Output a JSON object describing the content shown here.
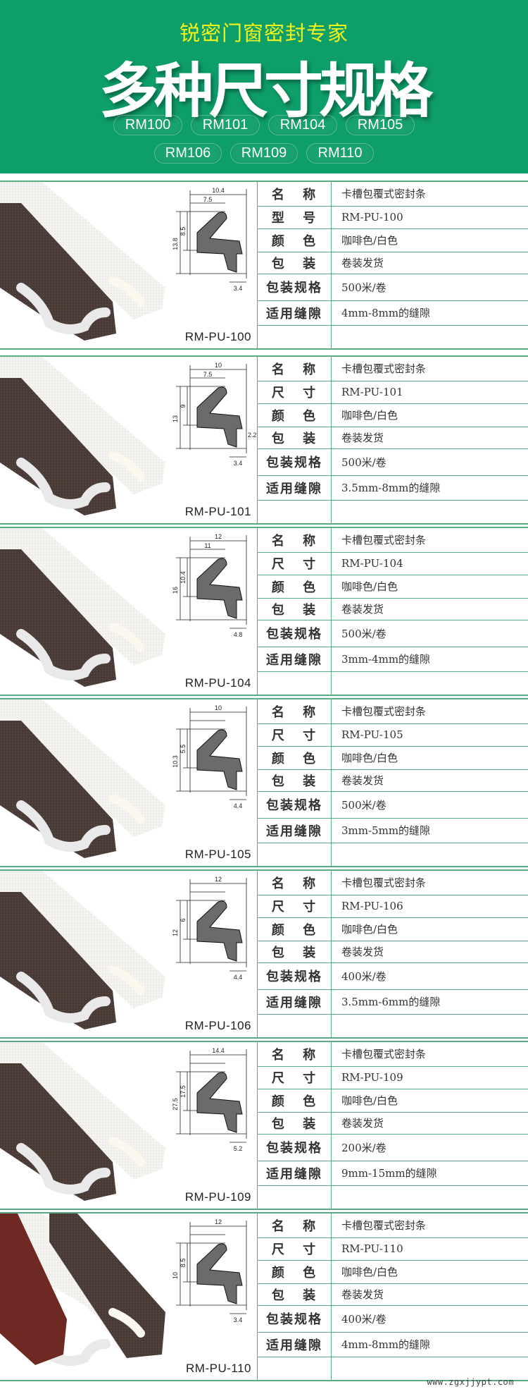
{
  "header": {
    "subtitle": "锐密门窗密封专家",
    "title": "多种尺寸规格",
    "models_row1": [
      "RM100",
      "RM101",
      "RM104",
      "RM105"
    ],
    "models_row2": [
      "RM106",
      "RM109",
      "RM110"
    ],
    "bg_color": "#0e9f69",
    "subtitle_color": "#f0f21c"
  },
  "products": [
    {
      "caption": "RM-PU-100",
      "dims": {
        "w": "10.4",
        "w2": "7.5",
        "h": "13.8",
        "h2": "8.5",
        "base": "3.4"
      },
      "specs": [
        {
          "label": "名 称",
          "value": "卡槽包覆式密封条"
        },
        {
          "label": "型 号",
          "value": "RM-PU-100"
        },
        {
          "label": "颜 色",
          "value": "咖啡色/白色"
        },
        {
          "label": "包 装",
          "value": "卷装发货"
        },
        {
          "label": "包装规格",
          "value": "500米/卷"
        },
        {
          "label": "适用缝隙",
          "value": "4mm-8mm的缝隙"
        },
        {
          "label": "",
          "value": ""
        }
      ]
    },
    {
      "caption": "RM-PU-101",
      "dims": {
        "w": "10",
        "w2": "7.5",
        "h": "13",
        "h2": "9",
        "base": "3.4",
        "extra": "2.2"
      },
      "specs": [
        {
          "label": "名 称",
          "value": "卡槽包覆式密封条"
        },
        {
          "label": "尺 寸",
          "value": "RM-PU-101"
        },
        {
          "label": "颜 色",
          "value": "咖啡色/白色"
        },
        {
          "label": "包 装",
          "value": "卷装发货"
        },
        {
          "label": "包装规格",
          "value": "500米/卷"
        },
        {
          "label": "适用缝隙",
          "value": "3.5mm-8mm的缝隙"
        },
        {
          "label": "",
          "value": ""
        }
      ]
    },
    {
      "caption": "RM-PU-104",
      "dims": {
        "w": "12",
        "w2": "11",
        "h": "16",
        "h2": "10.4",
        "base": "4.8"
      },
      "specs": [
        {
          "label": "名 称",
          "value": "卡槽包覆式密封条"
        },
        {
          "label": "尺 寸",
          "value": "RM-PU-104"
        },
        {
          "label": "颜 色",
          "value": "咖啡色/白色"
        },
        {
          "label": "包 装",
          "value": "卷装发货"
        },
        {
          "label": "包装规格",
          "value": "500米/卷"
        },
        {
          "label": "适用缝隙",
          "value": "3mm-4mm的缝隙"
        },
        {
          "label": "",
          "value": ""
        }
      ]
    },
    {
      "caption": "RM-PU-105",
      "dims": {
        "w": "10",
        "h": "10.3",
        "h2": "5.5",
        "base": "4.4"
      },
      "specs": [
        {
          "label": "名 称",
          "value": "卡槽包覆式密封条"
        },
        {
          "label": "尺 寸",
          "value": "RM-PU-105"
        },
        {
          "label": "颜 色",
          "value": "咖啡色/白色"
        },
        {
          "label": "包 装",
          "value": "卷装发货"
        },
        {
          "label": "包装规格",
          "value": "500米/卷"
        },
        {
          "label": "适用缝隙",
          "value": "3mm-5mm的缝隙"
        },
        {
          "label": "",
          "value": ""
        }
      ]
    },
    {
      "caption": "RM-PU-106",
      "dims": {
        "w": "12",
        "h": "12",
        "h2": "6",
        "base": "4.4"
      },
      "specs": [
        {
          "label": "名 称",
          "value": "卡槽包覆式密封条"
        },
        {
          "label": "尺 寸",
          "value": "RM-PU-106"
        },
        {
          "label": "颜 色",
          "value": "咖啡色/白色"
        },
        {
          "label": "包 装",
          "value": "卷装发货"
        },
        {
          "label": "包装规格",
          "value": "400米/卷"
        },
        {
          "label": "适用缝隙",
          "value": "3.5mm-6mm的缝隙"
        },
        {
          "label": "",
          "value": ""
        }
      ]
    },
    {
      "caption": "RM-PU-109",
      "dims": {
        "w": "14.4",
        "h": "27.5",
        "h2": "17.5",
        "base": "5.2"
      },
      "specs": [
        {
          "label": "名 称",
          "value": "卡槽包覆式密封条"
        },
        {
          "label": "尺 寸",
          "value": "RM-PU-109"
        },
        {
          "label": "颜 色",
          "value": "咖啡色/白色"
        },
        {
          "label": "包 装",
          "value": "卷装发货"
        },
        {
          "label": "包装规格",
          "value": "200米/卷"
        },
        {
          "label": "适用缝隙",
          "value": "9mm-15mm的缝隙"
        },
        {
          "label": "",
          "value": ""
        }
      ]
    },
    {
      "caption": "RM-PU-110",
      "dims": {
        "w": "12",
        "h": "10",
        "h2": "8.5",
        "base": "3.4"
      },
      "specs": [
        {
          "label": "名 称",
          "value": "卡槽包覆式密封条"
        },
        {
          "label": "尺 寸",
          "value": "RM-PU-110"
        },
        {
          "label": "颜 色",
          "value": "咖啡色/白色"
        },
        {
          "label": "包 装",
          "value": "卷装发货"
        },
        {
          "label": "包装规格",
          "value": "400米/卷"
        },
        {
          "label": "适用缝隙",
          "value": "4mm-8mm的缝隙"
        },
        {
          "label": "",
          "value": ""
        }
      ]
    }
  ],
  "watermark": "www.zgxjjypt.com"
}
